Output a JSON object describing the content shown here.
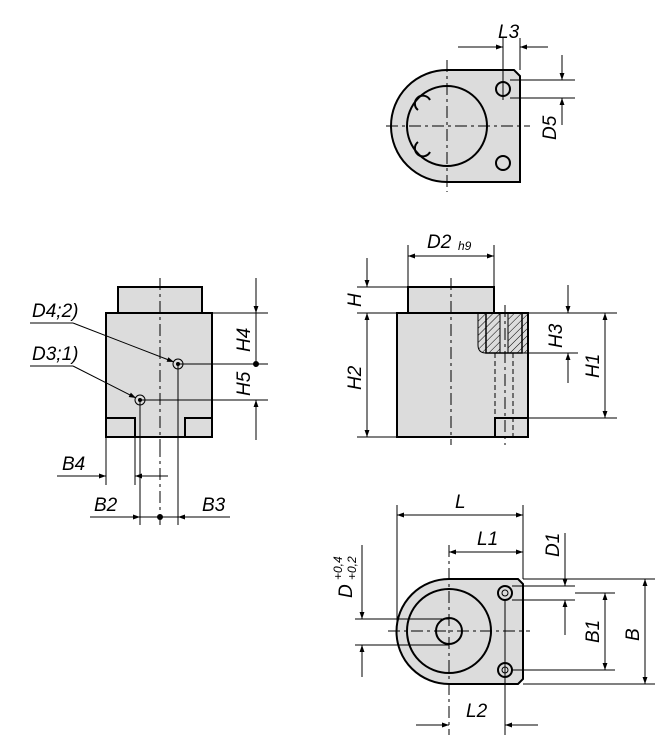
{
  "views": {
    "top_view": {
      "labels": {
        "L3": "L3",
        "D5": "D5"
      }
    },
    "side_view_left": {
      "labels": {
        "D4": "D4;2)",
        "D3": "D3;1)",
        "H4": "H4",
        "H5": "H5",
        "B4": "B4",
        "B2": "B2",
        "B3": "B3"
      }
    },
    "side_view_right": {
      "labels": {
        "D2": "D2",
        "D2_tol": "h9",
        "H": "H",
        "H2": "H2",
        "H3": "H3",
        "H1": "H1"
      }
    },
    "bottom_view": {
      "labels": {
        "L": "L",
        "L1": "L1",
        "L2": "L2",
        "D": "D",
        "D_tol_upper": "+0,4",
        "D_tol_lower": "+0,2",
        "D1": "D1",
        "B1": "B1",
        "B": "B"
      }
    }
  },
  "colors": {
    "part_fill": "#dcdcdc",
    "line": "#000000"
  }
}
